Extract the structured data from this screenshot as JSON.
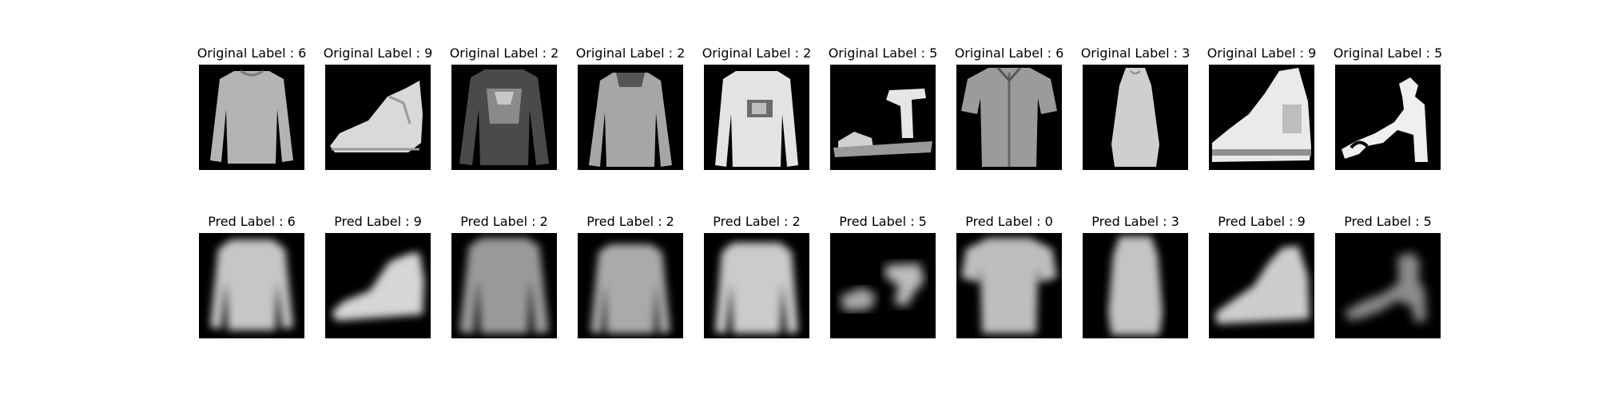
{
  "figure": {
    "original_row": [
      {
        "label_text": "Original Label : 6",
        "label": 6,
        "item_icon": "long-sleeve-shirt-icon"
      },
      {
        "label_text": "Original Label : 9",
        "label": 9,
        "item_icon": "ankle-boot-icon"
      },
      {
        "label_text": "Original Label : 2",
        "label": 2,
        "item_icon": "pullover-icon"
      },
      {
        "label_text": "Original Label : 2",
        "label": 2,
        "item_icon": "pullover-icon"
      },
      {
        "label_text": "Original Label : 2",
        "label": 2,
        "item_icon": "pullover-icon"
      },
      {
        "label_text": "Original Label : 5",
        "label": 5,
        "item_icon": "sandal-icon"
      },
      {
        "label_text": "Original Label : 6",
        "label": 6,
        "item_icon": "shirt-icon"
      },
      {
        "label_text": "Original Label : 3",
        "label": 3,
        "item_icon": "dress-icon"
      },
      {
        "label_text": "Original Label : 9",
        "label": 9,
        "item_icon": "ankle-boot-icon"
      },
      {
        "label_text": "Original Label : 5",
        "label": 5,
        "item_icon": "sandal-icon"
      }
    ],
    "pred_row": [
      {
        "label_text": "Pred Label : 6",
        "label": 6,
        "item_icon": "long-sleeve-shirt-icon"
      },
      {
        "label_text": "Pred Label : 9",
        "label": 9,
        "item_icon": "ankle-boot-icon"
      },
      {
        "label_text": "Pred Label : 2",
        "label": 2,
        "item_icon": "pullover-icon"
      },
      {
        "label_text": "Pred Label : 2",
        "label": 2,
        "item_icon": "pullover-icon"
      },
      {
        "label_text": "Pred Label : 2",
        "label": 2,
        "item_icon": "pullover-icon"
      },
      {
        "label_text": "Pred Label : 5",
        "label": 5,
        "item_icon": "sandal-icon"
      },
      {
        "label_text": "Pred Label : 0",
        "label": 0,
        "item_icon": "tshirt-icon"
      },
      {
        "label_text": "Pred Label : 3",
        "label": 3,
        "item_icon": "dress-icon"
      },
      {
        "label_text": "Pred Label : 9",
        "label": 9,
        "item_icon": "ankle-boot-icon"
      },
      {
        "label_text": "Pred Label : 5",
        "label": 5,
        "item_icon": "sandal-icon"
      }
    ],
    "colors": {
      "background": "#ffffff",
      "image_background": "#000000",
      "title_text": "#000000"
    }
  }
}
